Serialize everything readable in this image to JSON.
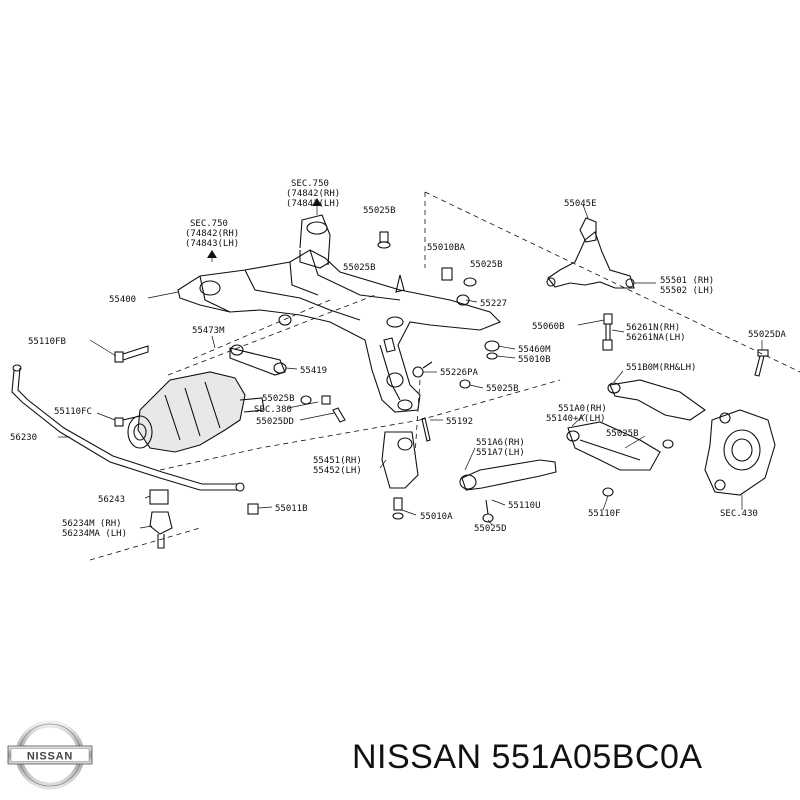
{
  "diagram": {
    "labels": {
      "sec750_a": "SEC.750",
      "p74842_a": "(74842(RH)",
      "p74843_a": "(74843(LH)",
      "sec750_b": "SEC.750",
      "p74842_b": "(74842(RH)",
      "p74843_b": "(74843(LH)",
      "p55025b_1": "55025B",
      "p55010ba": "55010BA",
      "p55025b_2": "55025B",
      "p55025b_3": "55025B",
      "p55400": "55400",
      "p55227": "55227",
      "p55045e": "55045E",
      "p55501": "55501 (RH)",
      "p55502": "55502 (LH)",
      "p55060b": "55060B",
      "p56261n": "56261N(RH)",
      "p56261na": "56261NA(LH)",
      "p55025da": "55025DA",
      "p55110fb": "55110FB",
      "p55473m": "55473M",
      "p55460m": "55460M",
      "p55010b_1": "55010B",
      "p55419": "55419",
      "p55226pa": "55226PA",
      "p55025b_4": "55025B",
      "p551b0m": "551B0M(RH&LH)",
      "p55025b_5": "55025B",
      "p55110fc": "55110FC",
      "p56230": "56230",
      "sec380": "SEC.380",
      "p55025dd": "55025DD",
      "p55192": "55192",
      "p551a0": "551A0(RH)",
      "p551a0a": "55140+A(LH)",
      "p55025b_6": "55025B",
      "p551a6": "551A6(RH)",
      "p551a7": "551A7(LH)",
      "p55451": "55451(RH)",
      "p55452": "55452(LH)",
      "p56243": "56243",
      "p55011b": "55011B",
      "p55110u": "55110U",
      "p55110f": "55110F",
      "sec430": "SEC.430",
      "p56234m": "56234M (RH)",
      "p56234ma": "56234MA (LH)",
      "p55010a": "55010A",
      "p55025d": "55025D"
    }
  },
  "logo": {
    "text": "NISSAN"
  },
  "caption": {
    "text": "NISSAN 551A05BC0A"
  }
}
